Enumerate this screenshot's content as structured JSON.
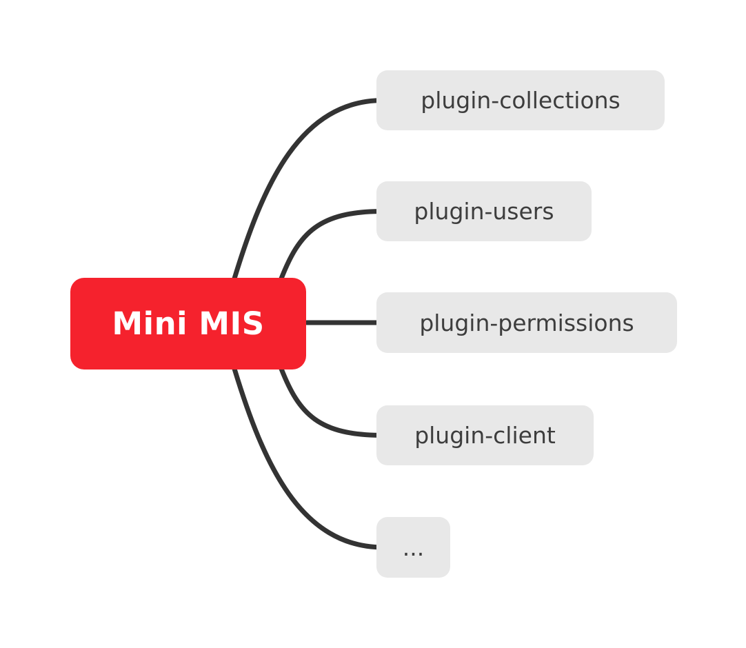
{
  "diagram": {
    "type": "mindmap",
    "background_color": "#ffffff",
    "edge_color": "#333333",
    "root": {
      "id": "mini-mis",
      "label": "Mini MIS",
      "bg_color": "#f5222d",
      "text_color": "#ffffff"
    },
    "child_style": {
      "bg_color": "#e8e8e8",
      "text_color": "#3d3d3d"
    },
    "children": [
      {
        "id": "plugin-collections",
        "label": "plugin-collections"
      },
      {
        "id": "plugin-users",
        "label": "plugin-users"
      },
      {
        "id": "plugin-permissions",
        "label": "plugin-permissions"
      },
      {
        "id": "plugin-client",
        "label": "plugin-client"
      },
      {
        "id": "more",
        "label": "..."
      }
    ],
    "edges": [
      {
        "from": "mini-mis",
        "to": "plugin-collections"
      },
      {
        "from": "mini-mis",
        "to": "plugin-users"
      },
      {
        "from": "mini-mis",
        "to": "plugin-permissions"
      },
      {
        "from": "mini-mis",
        "to": "plugin-client"
      },
      {
        "from": "mini-mis",
        "to": "more"
      }
    ]
  }
}
